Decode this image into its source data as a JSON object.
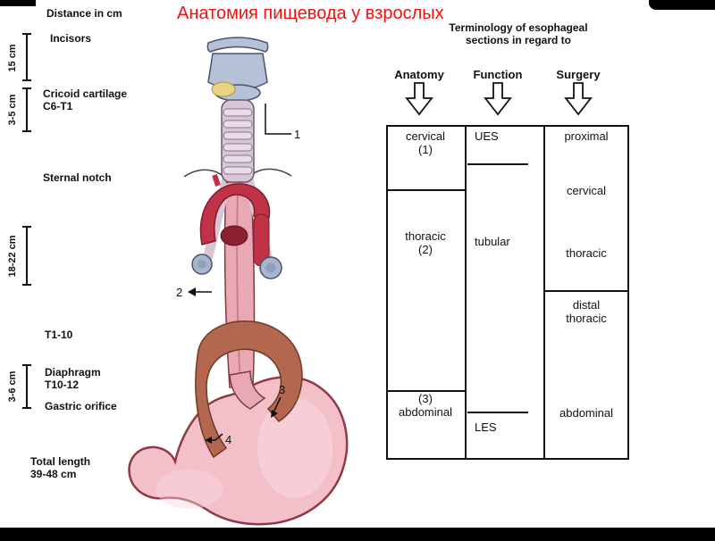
{
  "title": "Анатомия пищевода у взрослых",
  "scale": {
    "header": "Distance in cm",
    "segments": [
      "15 cm",
      "3-5 cm",
      "18-22 cm",
      "3-6 cm"
    ],
    "landmarks": {
      "incisors": "Incisors",
      "cricoid": "Cricoid cartilage\nC6-T1",
      "sternal_notch": "Sternal notch",
      "t1_10": "T1-10",
      "diaphragm": "Diaphragm\nT10-12",
      "gastric_orifice": "Gastric orifice",
      "total_length": "Total length\n39-48 cm"
    }
  },
  "figure": {
    "labels": [
      "1",
      "2",
      "3",
      "4"
    ]
  },
  "table": {
    "title": "Terminology of esophageal\nsections in regard to",
    "columns": [
      "Anatomy",
      "Function",
      "Surgery"
    ],
    "anatomy": {
      "cervical": "cervical\n(1)",
      "thoracic": "thoracic\n(2)",
      "abdominal": "(3)\nabdominal"
    },
    "function": {
      "ues": "UES",
      "tubular": "tubular",
      "les": "LES"
    },
    "surgery": {
      "proximal": "proximal",
      "cervical": "cervical",
      "thoracic": "thoracic",
      "distal_thoracic": "distal\nthoracic",
      "abdominal": "abdominal"
    }
  },
  "colors": {
    "title_red": "#f30f0f",
    "cartilage_blue": "#b5c1d6",
    "trachea_pink": "#d8c6d6",
    "thyroid_yellow": "#e7d382",
    "aorta_red": "#c13247",
    "esophagus_pink": "#e9a9b4",
    "diaphragm_brown": "#b2674e",
    "stomach_pink": "#f3c0c9",
    "line_black": "#111111"
  }
}
